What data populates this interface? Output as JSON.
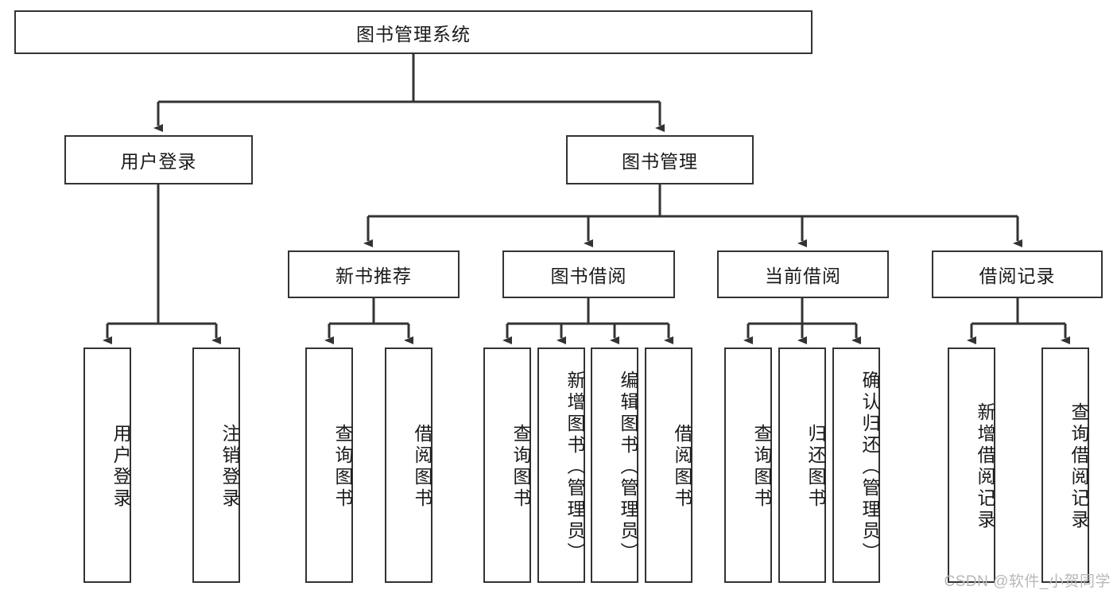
{
  "diagram": {
    "title": "图书管理系统",
    "type": "tree-hierarchy-diagram",
    "colors": {
      "box_border": "#333333",
      "box_fill": "#ffffff",
      "connector": "#333333",
      "text": "#1a1a1a",
      "watermark": "#b8b8b8"
    },
    "root": {
      "label": "图书管理系统"
    },
    "level1": [
      {
        "label": "用户登录"
      },
      {
        "label": "图书管理"
      }
    ],
    "level2": [
      {
        "label": "新书推荐"
      },
      {
        "label": "图书借阅"
      },
      {
        "label": "当前借阅"
      },
      {
        "label": "借阅记录"
      }
    ],
    "leaves": {
      "user_login": [
        {
          "label": "用户登录"
        },
        {
          "label": "注销登录"
        }
      ],
      "new_book_recommend": [
        {
          "label": "查询图书"
        },
        {
          "label": "借阅图书"
        }
      ],
      "book_borrow": [
        {
          "label": "查询图书"
        },
        {
          "label": "新增图书（管理员）"
        },
        {
          "label": "编辑图书（管理员）"
        },
        {
          "label": "借阅图书"
        }
      ],
      "current_borrow": [
        {
          "label": "查询图书"
        },
        {
          "label": "归还图书"
        },
        {
          "label": "确认归还（管理员）"
        }
      ],
      "borrow_record": [
        {
          "label": "新增借阅记录"
        },
        {
          "label": "查询借阅记录"
        }
      ]
    }
  },
  "watermark": {
    "text": "CSDN @软件_小贺同学"
  }
}
